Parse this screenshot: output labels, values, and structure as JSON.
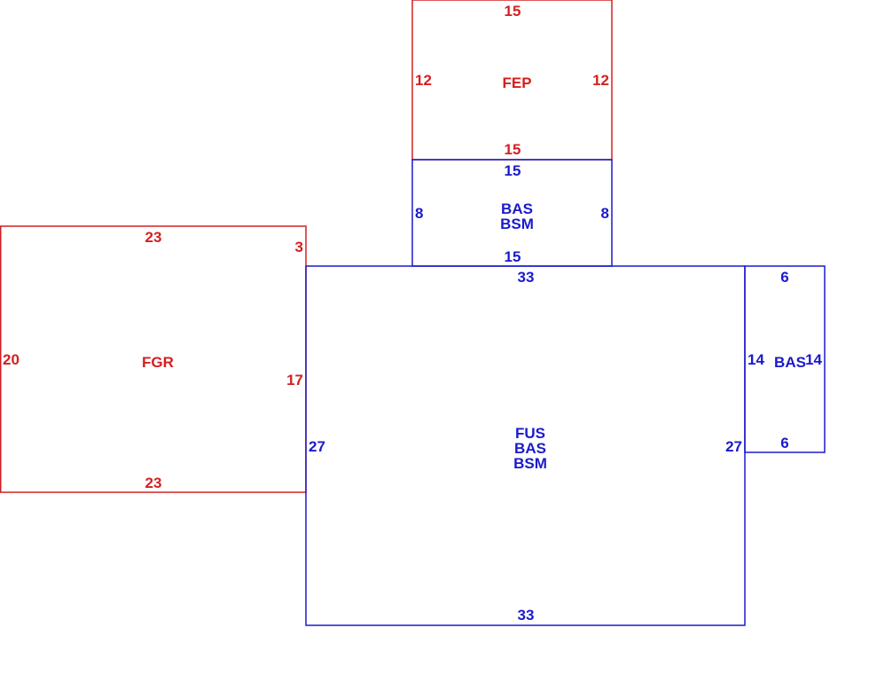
{
  "colors": {
    "red": "#d42020",
    "blue": "#1a1acc"
  },
  "areas": {
    "fep": {
      "label": "FEP",
      "top": "15",
      "bottom": "15",
      "left": "12",
      "right": "12"
    },
    "bas_bsm_small": {
      "label_1": "BAS",
      "label_2": "BSM",
      "top": "15",
      "bottom": "15",
      "left": "8",
      "right": "8"
    },
    "fgr": {
      "label": "FGR",
      "top": "23",
      "bottom": "23",
      "left": "20",
      "right_upper": "3",
      "right_lower": "17"
    },
    "fus_bas_bsm": {
      "label_1": "FUS",
      "label_2": "BAS",
      "label_3": "BSM",
      "top": "33",
      "bottom": "33",
      "left": "27",
      "right": "27"
    },
    "bas_side": {
      "label": "BAS",
      "top": "6",
      "bottom": "6",
      "left": "14",
      "right": "14"
    }
  }
}
